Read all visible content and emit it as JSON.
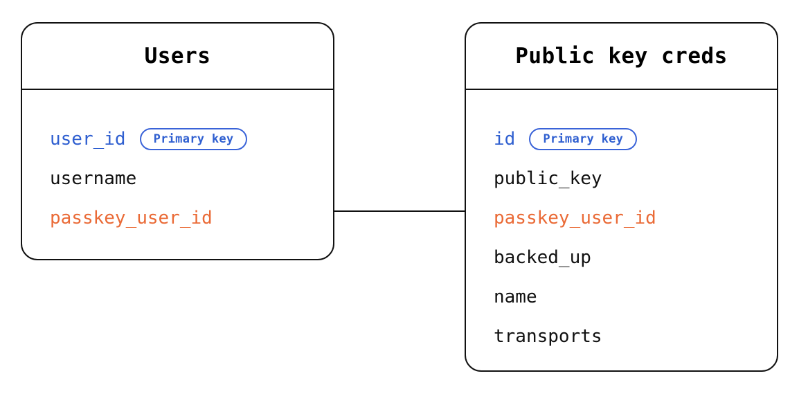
{
  "diagram": {
    "type": "entity-relationship-diagram",
    "background_color": "#ffffff",
    "colors": {
      "border": "#111111",
      "text": "#111111",
      "primary_key": "#2f5fd0",
      "foreign_key": "#ea6a36",
      "badge_border": "#3a63d8"
    }
  },
  "entities": [
    {
      "id": "users",
      "title": "Users",
      "fields": [
        {
          "name": "user_id",
          "role": "primary_key",
          "badge": "Primary key"
        },
        {
          "name": "username",
          "role": "plain",
          "badge": null
        },
        {
          "name": "passkey_user_id",
          "role": "foreign_key",
          "badge": null
        }
      ]
    },
    {
      "id": "public_key_creds",
      "title": "Public key creds",
      "fields": [
        {
          "name": "id",
          "role": "primary_key",
          "badge": "Primary key"
        },
        {
          "name": "public_key",
          "role": "plain",
          "badge": null
        },
        {
          "name": "passkey_user_id",
          "role": "foreign_key",
          "badge": null
        },
        {
          "name": "backed_up",
          "role": "plain",
          "badge": null
        },
        {
          "name": "name",
          "role": "plain",
          "badge": null
        },
        {
          "name": "transports",
          "role": "plain",
          "badge": null
        }
      ]
    }
  ],
  "relationships": [
    {
      "id": "users-to-public-key-creds",
      "from_entity": "users",
      "from_field": "passkey_user_id",
      "to_entity": "public_key_creds",
      "to_field": "passkey_user_id",
      "style": "solid-line"
    }
  ]
}
